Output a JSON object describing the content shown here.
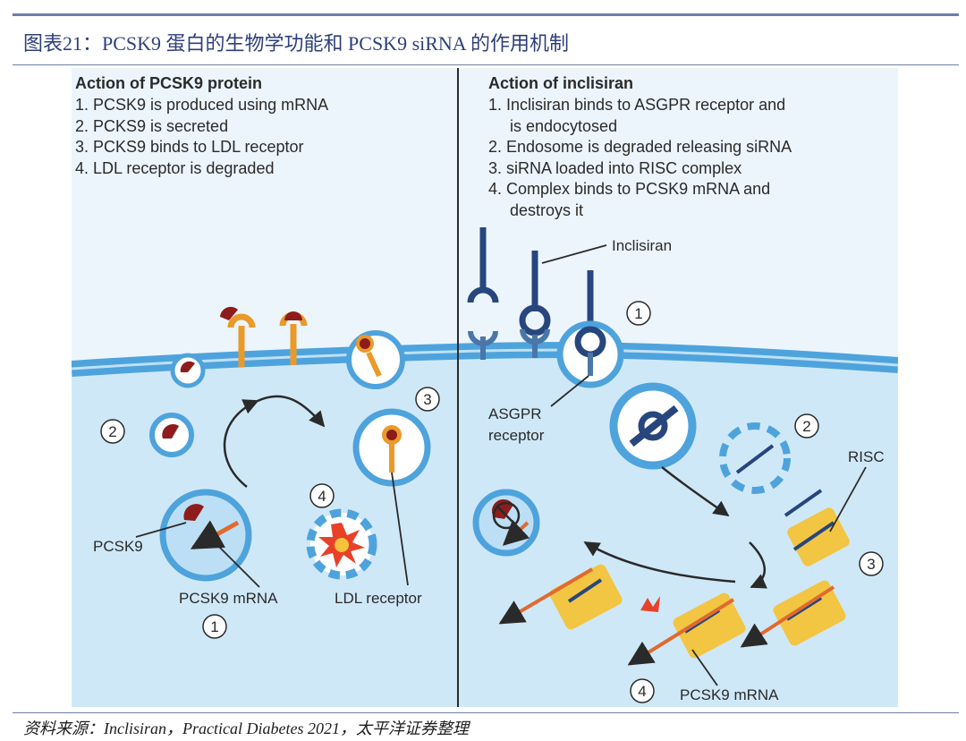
{
  "header": {
    "title": "图表21：PCSK9 蛋白的生物学功能和 PCSK9 siRNA 的作用机制"
  },
  "left_panel": {
    "title": "Action of PCSK9 protein",
    "steps": [
      "1. PCSK9 is produced using mRNA",
      "2. PCKS9 is secreted",
      "3. PCKS9 binds to LDL receptor",
      "4. LDL receptor is degraded"
    ],
    "labels": {
      "pcsk9": "PCSK9",
      "pcsk9_mrna": "PCSK9 mRNA",
      "ldl_receptor": "LDL receptor"
    },
    "step_markers": [
      "1",
      "2",
      "3",
      "4"
    ]
  },
  "right_panel": {
    "title": "Action of inclisiran",
    "steps": [
      "1. Inclisiran binds to ASGPR receptor and",
      "is endocytosed",
      "2. Endosome is degraded releasing siRNA",
      "3. siRNA loaded into RISC complex",
      "4. Complex binds to PCSK9 mRNA and",
      "destroys it"
    ],
    "labels": {
      "inclisiran": "Inclisiran",
      "asgpr_line1": "ASGPR",
      "asgpr_line2": "receptor",
      "risc": "RISC",
      "pcsk9_mrna": "PCSK9 mRNA"
    },
    "step_markers": [
      "1",
      "2",
      "3",
      "4"
    ]
  },
  "colors": {
    "cytoplasm": "#cfe8f8",
    "membrane": "#4ea3dc",
    "pcsk9_protein": "#8e1c1c",
    "ldl_receptor": "#e99a2a",
    "inclisiran": "#27467e",
    "mrna": "#e06a2e",
    "risc": "#f2c542",
    "degradation": "#e8412a"
  },
  "source": {
    "text": "资料来源：Inclisiran，Practical Diabetes 2021，太平洋证券整理"
  }
}
